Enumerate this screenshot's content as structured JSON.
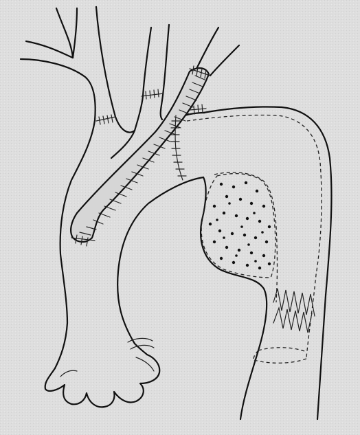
{
  "figure": {
    "palette": {
      "paper": "#dcdcdc",
      "ink": "#111111"
    },
    "elements": [
      "ascending-aorta",
      "innominate-artery",
      "left-carotid-artery",
      "left-subclavian-artery",
      "bypass-graft",
      "descending-aorta",
      "thrombus-region",
      "stent-graft",
      "aortic-root"
    ]
  }
}
